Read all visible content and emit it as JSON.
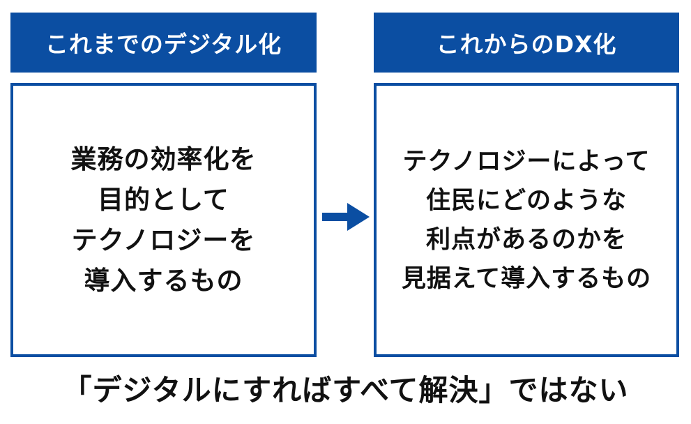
{
  "left": {
    "header": "これまでのデジタル化",
    "lines": [
      "業務の効率化を",
      "目的として",
      "テクノロジーを",
      "導入するもの"
    ]
  },
  "right": {
    "header": "これからのDX化",
    "lines": [
      "テクノロジーによって",
      "住民にどのような",
      "利点があるのかを",
      "見据えて導入するもの"
    ]
  },
  "arrow_icon": "right-arrow",
  "footer": "「デジタルにすればすべて解決」ではない",
  "colors": {
    "accent": "#0b4ea2",
    "text": "#111111",
    "background": "#ffffff"
  }
}
